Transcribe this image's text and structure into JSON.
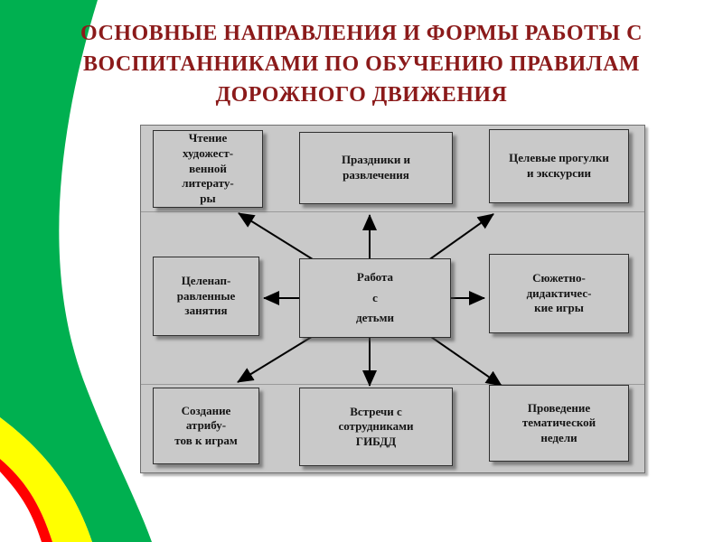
{
  "slide": {
    "title": "ОСНОВНЫЕ НАПРАВЛЕНИЯ И ФОРМЫ РАБОТЫ С\nВОСПИТАННИКАМИ ПО ОБУЧЕНИЮ ПРАВИЛАМ\nДОРОЖНОГО ДВИЖЕНИЯ",
    "title_color": "#8b1a1a",
    "background_color": "#ffffff"
  },
  "decoration": {
    "description": "concentric traffic-light colored arcs along left edge",
    "arc_colors": {
      "green": "#00b050",
      "yellow": "#ffff00",
      "red": "#ff0000"
    }
  },
  "diagram": {
    "panel_color": "#c9c9c9",
    "arrow_color": "#000000",
    "center": {
      "label": "Работа\nс\nдетьми"
    },
    "nodes": {
      "top_left": {
        "label": "Чтение\nхудожест-\nвенной\nлитерату-\nры"
      },
      "top_center": {
        "label": "Праздники и\nразвлечения"
      },
      "top_right": {
        "label": "Целевые прогулки\nи экскурсии"
      },
      "mid_left": {
        "label": "Целенап-\nравленные\nзанятия"
      },
      "mid_right": {
        "label": "Сюжетно-\nдидактичес-\nкие игры"
      },
      "bottom_left": {
        "label": "Создание\nатрибу-\nтов к играм"
      },
      "bottom_center": {
        "label": "Встречи с\nсотрудниками\nГИБДД"
      },
      "bottom_right": {
        "label": "Проведение\nтематической\nнедели"
      }
    }
  }
}
